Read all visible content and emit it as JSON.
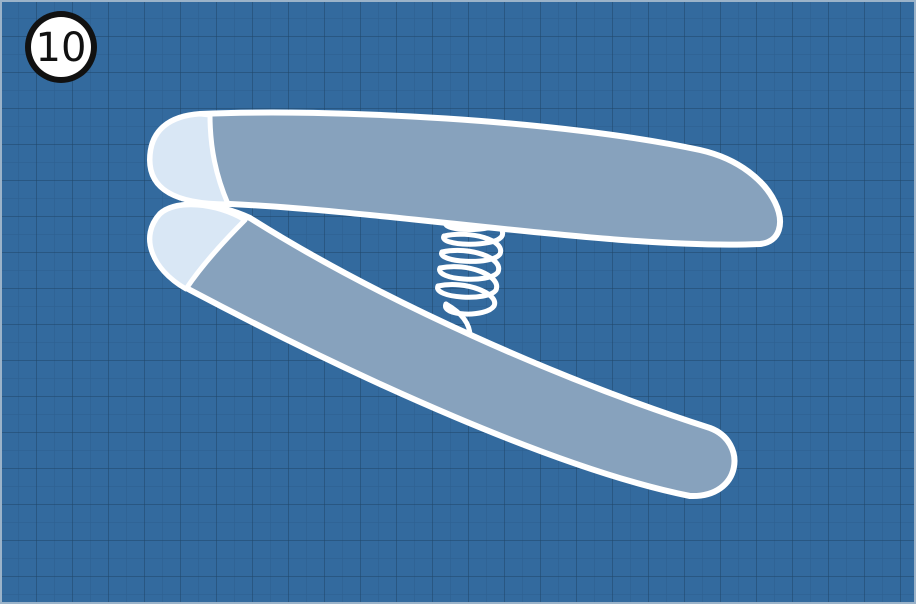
{
  "step": {
    "number": "10"
  },
  "colors": {
    "background": "#336a9e",
    "grid_line": "#1f4466",
    "grid_line_fine": "#2c5f8f",
    "arm_fill": "#87a2bd",
    "tip_fill": "#d9e7f5",
    "outline": "#ffffff",
    "badge_fill": "#ffffff",
    "badge_text": "#111111"
  },
  "icons": {
    "badge": "step-number-circle",
    "upper_arm": "upper-jaw-arm",
    "lower_arm": "lower-jaw-arm",
    "spring": "coil-spring"
  }
}
